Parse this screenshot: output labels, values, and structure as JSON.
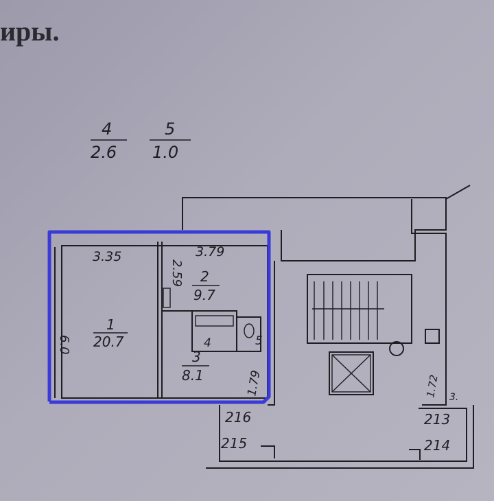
{
  "heading": "иры.",
  "legend": [
    {
      "number": "4",
      "area": "2.6"
    },
    {
      "number": "5",
      "area": "1.0"
    }
  ],
  "rooms": [
    {
      "number": "1",
      "area": "20.7"
    },
    {
      "number": "2",
      "area": "9.7"
    },
    {
      "number": "3",
      "area": "8.1"
    },
    {
      "number": "4"
    },
    {
      "number": "5"
    }
  ],
  "dimensions": {
    "room1_width": "3.35",
    "room2_width": "3.79",
    "room2_depth": "2.59",
    "room1_depth": "6.0",
    "hall_width": "1.79",
    "right_dim": "1.72",
    "right_edge": "3."
  },
  "apartment_numbers": [
    "216",
    "215",
    "213",
    "214"
  ],
  "colors": {
    "outline": "#3a3ad8",
    "ink": "#1d1d22"
  }
}
